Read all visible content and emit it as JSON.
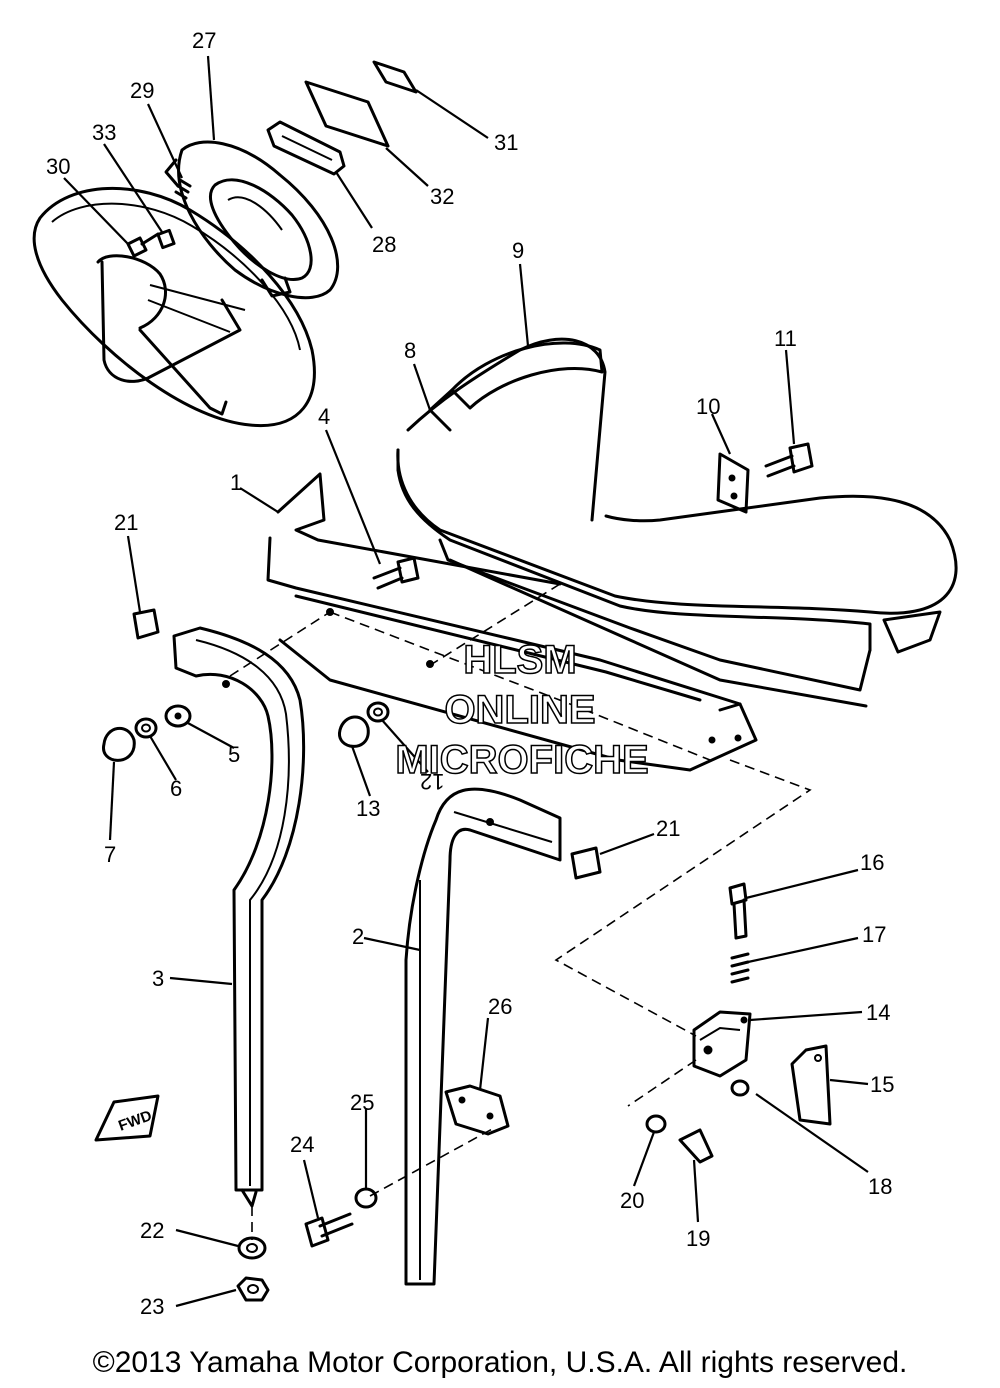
{
  "diagram": {
    "callouts": [
      {
        "id": "c1",
        "text": "1"
      },
      {
        "id": "c2",
        "text": "2"
      },
      {
        "id": "c3",
        "text": "3"
      },
      {
        "id": "c4",
        "text": "4"
      },
      {
        "id": "c5",
        "text": "5"
      },
      {
        "id": "c6",
        "text": "6"
      },
      {
        "id": "c7",
        "text": "7"
      },
      {
        "id": "c8",
        "text": "8"
      },
      {
        "id": "c9",
        "text": "9"
      },
      {
        "id": "c10",
        "text": "10"
      },
      {
        "id": "c11",
        "text": "11"
      },
      {
        "id": "c12",
        "text": "12"
      },
      {
        "id": "c13",
        "text": "13"
      },
      {
        "id": "c14",
        "text": "14"
      },
      {
        "id": "c15",
        "text": "15"
      },
      {
        "id": "c16",
        "text": "16"
      },
      {
        "id": "c17",
        "text": "17"
      },
      {
        "id": "c18",
        "text": "18"
      },
      {
        "id": "c19",
        "text": "19"
      },
      {
        "id": "c20",
        "text": "20"
      },
      {
        "id": "c21a",
        "text": "21"
      },
      {
        "id": "c21b",
        "text": "21"
      },
      {
        "id": "c22",
        "text": "22"
      },
      {
        "id": "c23",
        "text": "23"
      },
      {
        "id": "c24",
        "text": "24"
      },
      {
        "id": "c25",
        "text": "25"
      },
      {
        "id": "c26",
        "text": "26"
      },
      {
        "id": "c27",
        "text": "27"
      },
      {
        "id": "c28",
        "text": "28"
      },
      {
        "id": "c29",
        "text": "29"
      },
      {
        "id": "c30",
        "text": "30"
      },
      {
        "id": "c31",
        "text": "31"
      },
      {
        "id": "c32",
        "text": "32"
      },
      {
        "id": "c33",
        "text": "33"
      }
    ],
    "fwd_marker": "FWD"
  },
  "watermark": {
    "line1": "HLSM",
    "line2": "ONLINE",
    "line3": "MICROFICHE"
  },
  "copyright": "©2013 Yamaha Motor Corporation, U.S.A. All rights reserved."
}
